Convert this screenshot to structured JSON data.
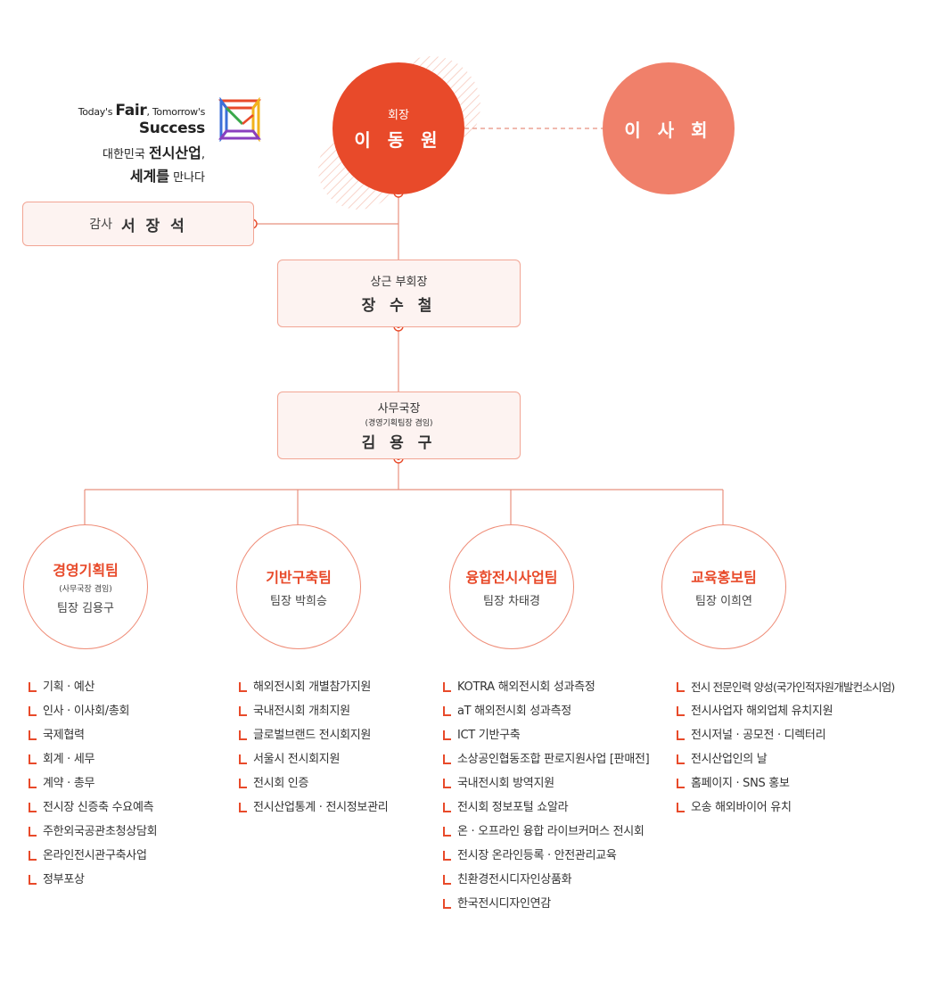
{
  "tagline": {
    "line1_a": "Today's ",
    "line1_b": "Fair",
    "line1_c": ", Tomorrow's ",
    "line1_d": "Success",
    "line2_a": "대한민국 ",
    "line2_b": "전시산업",
    "line2_c": ",",
    "line3_a": "세계를",
    "line3_b": " 만나다"
  },
  "president": {
    "title": "회장",
    "name": "이 동 원"
  },
  "board": {
    "name": "이 사 회"
  },
  "auditor": {
    "title": "감사",
    "name": "서 장 석"
  },
  "vice": {
    "title": "상근 부회장",
    "name": "장 수 철"
  },
  "secretary": {
    "title": "사무국장",
    "sub": "(경영기획팀장 겸임)",
    "name": "김 용 구"
  },
  "teams": [
    {
      "name": "경영기획팀",
      "sub": "(사무국장 겸임)",
      "leader": "팀장 김용구",
      "duties": [
        "기획 · 예산",
        "인사 · 이사회/총회",
        "국제협력",
        "회계 · 세무",
        "계약 · 총무",
        "전시장 신증축 수요예측",
        "주한외국공관초청상담회",
        "온라인전시관구축사업",
        "정부포상"
      ]
    },
    {
      "name": "기반구축팀",
      "leader": "팀장 박희승",
      "duties": [
        "해외전시회 개별참가지원",
        "국내전시회 개최지원",
        "글로벌브랜드 전시회지원",
        "서울시 전시회지원",
        "전시회 인증",
        "전시산업통계 · 전시정보관리"
      ]
    },
    {
      "name": "융합전시사업팀",
      "leader": "팀장 차태경",
      "duties": [
        "KOTRA 해외전시회 성과측정",
        "aT 해외전시회 성과측정",
        "ICT 기반구축",
        "소상공인협동조합 판로지원사업 [판매전]",
        "국내전시회 방역지원",
        "전시회 정보포털 쇼알라",
        "온 · 오프라인 융합 라이브커머스 전시회",
        "전시장 온라인등록 · 안전관리교육",
        "친환경전시디자인상품화",
        "한국전시디자인연감"
      ]
    },
    {
      "name": "교육홍보팀",
      "leader": "팀장 이희연",
      "duties": [
        "전시 전문인력 양성(국가인적자원개발컨소시엄)",
        "전시사업자 해외업체 유치지원",
        "전시저널 · 공모전 · 디렉터리",
        "전시산업인의 날",
        "홈페이지 · SNS 홍보",
        "오송 해외바이어 유치"
      ]
    }
  ],
  "colors": {
    "accent": "#e84a2a",
    "board": "#f0806a",
    "line": "#e8917f",
    "box_bg": "#fdf3f1"
  }
}
